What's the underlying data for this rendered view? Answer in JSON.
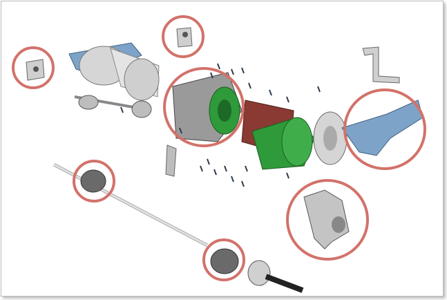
{
  "colors": {
    "highlight_circle": "#d2726a",
    "metal_gray": "#c9c9c9",
    "metal_dark": "#6f6f6f",
    "bracket_blue": "#7ea3c8",
    "rotor_green": "#2f9a3a",
    "stator_red": "#8a3a32"
  },
  "highlights": [
    {
      "part": "small-mount-left"
    },
    {
      "part": "small-mount-top"
    },
    {
      "part": "gearbox-housing"
    },
    {
      "part": "engine-mount-arm"
    },
    {
      "part": "cv-boot-left"
    },
    {
      "part": "mount-bracket-bottom"
    },
    {
      "part": "cv-boot-right"
    }
  ]
}
